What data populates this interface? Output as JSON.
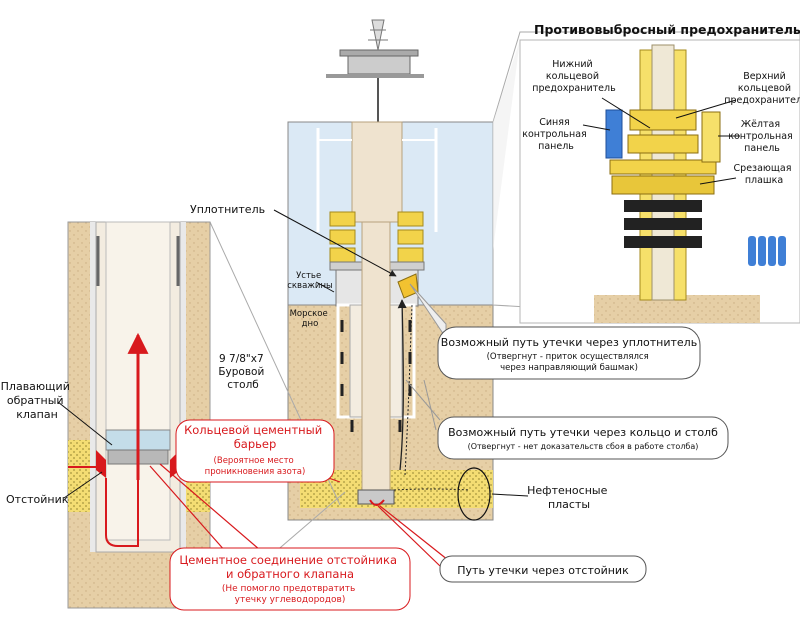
{
  "bop": {
    "title": "Противовыбросный предохранитель",
    "lower_annular": [
      "Нижний",
      "кольцевой",
      "предохранитель"
    ],
    "upper_annular": [
      "Верхний",
      "кольцевой",
      "предохранитель"
    ],
    "blue_pod": [
      "Синяя",
      "контрольная",
      "панель"
    ],
    "yellow_pod": [
      "Жёлтая",
      "контрольная",
      "панель"
    ],
    "shear_ram": [
      "Срезающая",
      "плашка"
    ]
  },
  "well": {
    "seal": "Уплотнитель",
    "wellhead": [
      "Устье",
      "скважины"
    ],
    "seabed": [
      "Морское",
      "дно"
    ],
    "casing": [
      "9 7/8\"x7",
      "Буровой",
      "столб"
    ],
    "oil_zones": [
      "Нефтеносные",
      "пласты"
    ]
  },
  "detail": {
    "float_collar": [
      "Плавающий",
      "обратный",
      "клапан"
    ],
    "shoe_track": "Отстойник"
  },
  "callouts": {
    "seal_leak": {
      "title": "Возможный путь утечки через уплотнитель",
      "note": [
        "(Отвергнут - приток осуществлялся",
        "через направляющий башмак)"
      ]
    },
    "annulus_leak": {
      "title": "Возможный путь утечки через кольцо и столб",
      "note": "(Отвергнут - нет доказательств сбоя в работе столба)"
    },
    "shoe_leak": {
      "title": "Путь утечки через отстойник"
    },
    "cement_barrier": {
      "title": [
        "Кольцевой цементный",
        "барьер"
      ],
      "note": [
        "(Вероятное место",
        "проникновения азота)"
      ]
    },
    "shoe_cement": {
      "title": [
        "Цементное соединение отстойника",
        "и обратного клапана"
      ],
      "note": [
        "(Не помогло предотвратить",
        "утечку углеводородов)"
      ]
    }
  },
  "colors": {
    "water": "#dbe9f5",
    "seabed": "#e6cfa6",
    "yellow": "#f6e06a",
    "red": "#d8191d",
    "blue_pod": "#3f7fd6"
  }
}
